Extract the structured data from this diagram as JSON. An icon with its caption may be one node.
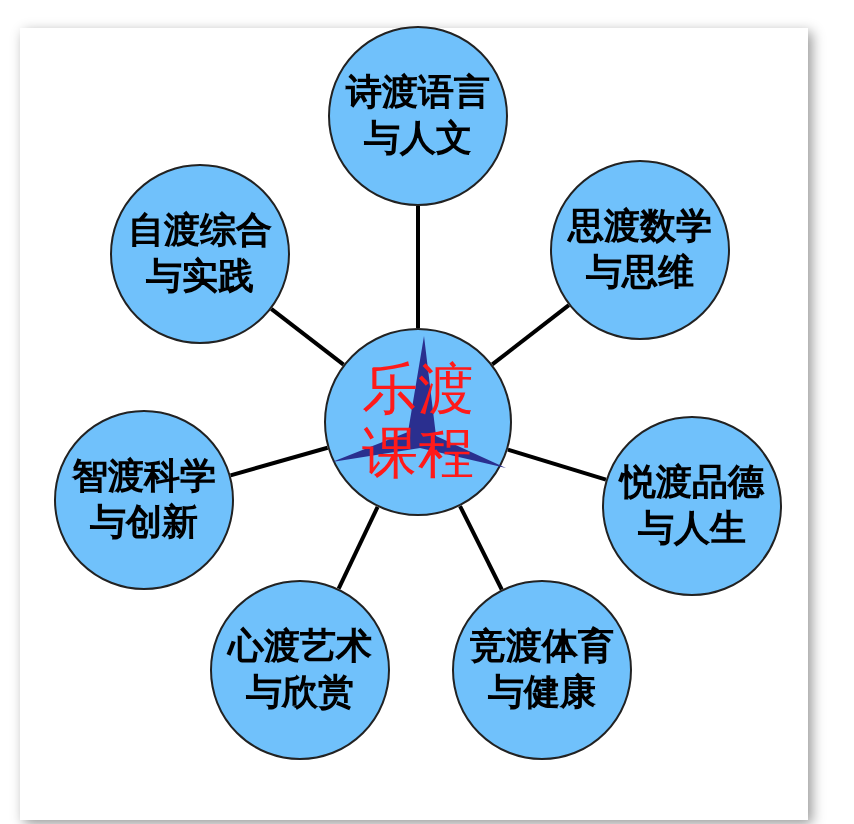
{
  "diagram": {
    "nodes": [
      {
        "text": [
          "乐渡课程"
        ]
      },
      {
        "text": [
          "诗渡语言与人文"
        ]
      },
      {
        "text": [
          "思渡数学与思维"
        ]
      },
      {
        "text": [
          "悦渡品德与人生"
        ]
      },
      {
        "text": [
          "竞渡体育与健康"
        ]
      },
      {
        "text": [
          "心渡艺术与欣赏"
        ]
      },
      {
        "text": [
          "智渡科学与创新"
        ]
      },
      {
        "text": [
          "自渡综合与实践"
        ]
      }
    ],
    "edges": [
      {
        "from": 0,
        "to": 1,
        "arrow": "none"
      },
      {
        "from": 0,
        "to": 2,
        "arrow": "none"
      },
      {
        "from": 0,
        "to": 3,
        "arrow": "none"
      },
      {
        "from": 0,
        "to": 4,
        "arrow": "none"
      },
      {
        "from": 0,
        "to": 5,
        "arrow": "none"
      },
      {
        "from": 0,
        "to": 6,
        "arrow": "none"
      },
      {
        "from": 0,
        "to": 7,
        "arrow": "none"
      }
    ]
  }
}
